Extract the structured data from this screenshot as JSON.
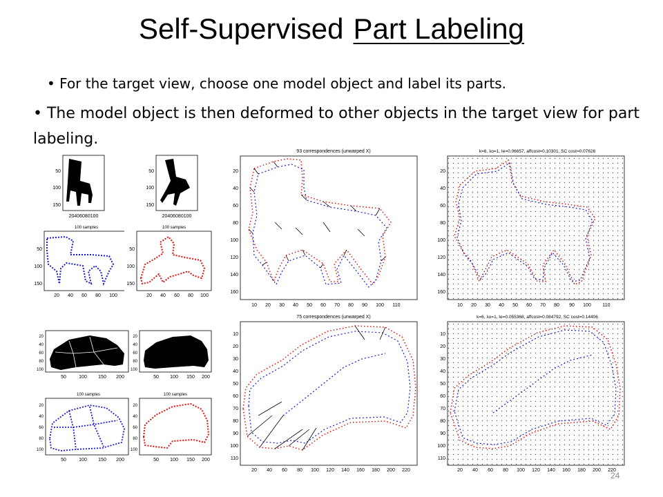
{
  "slide": {
    "title_part1": "Self-Supervised",
    "title_part2": "Part Labeling",
    "bullet1": "• For the target view, choose one model object and label its parts.",
    "bullet2": "• The model object is then deformed to other objects in the target view for part labeling.",
    "page_number": "24"
  },
  "panels": {
    "chair_shape": {
      "yticks": [
        "50",
        "100",
        "150"
      ],
      "xticks": "20406080100"
    },
    "chair_shape2": {
      "yticks": [
        "50",
        "100",
        "150"
      ],
      "xticks": "20406080100"
    },
    "chair_samples": {
      "title": "100 samples",
      "yticks": [
        "50",
        "100",
        "150"
      ],
      "xticks": [
        "20",
        "40",
        "60",
        "80",
        "100"
      ]
    },
    "chair_samples2": {
      "title": "100 samples",
      "yticks": [
        "50",
        "100",
        "150"
      ],
      "xticks": [
        "20",
        "40",
        "60",
        "80",
        "100"
      ]
    },
    "chair_corr": {
      "title": "93 correspondences (unwarped X)",
      "yticks": [
        "20",
        "40",
        "60",
        "80",
        "100",
        "120",
        "140",
        "160"
      ],
      "xticks": [
        "10",
        "20",
        "30",
        "40",
        "50",
        "60",
        "70",
        "80",
        "90",
        "100",
        "110"
      ]
    },
    "chair_warp": {
      "title": "k=6, λo=1, Ie=0.06657, affcost=0.10301, SC cost=0.07626",
      "yticks": [
        "20",
        "40",
        "60",
        "80",
        "100",
        "120",
        "140",
        "160"
      ],
      "xticks": [
        "10",
        "20",
        "30",
        "40",
        "50",
        "60",
        "70",
        "80",
        "90",
        "100",
        "110"
      ]
    },
    "car_shape": {
      "yticks": [
        "20",
        "40",
        "60",
        "80",
        "100"
      ],
      "xticks": [
        "50",
        "100",
        "150",
        "200"
      ]
    },
    "car_shape2": {
      "yticks": [
        "20",
        "40",
        "60",
        "80",
        "100"
      ],
      "xticks": [
        "50",
        "100",
        "150",
        "200"
      ]
    },
    "car_samples": {
      "title": "100 samples",
      "yticks": [
        "20",
        "40",
        "60",
        "80",
        "100"
      ],
      "xticks": [
        "50",
        "100",
        "150",
        "200"
      ]
    },
    "car_samples2": {
      "title": "100 samples",
      "yticks": [
        "20",
        "40",
        "60",
        "80",
        "100"
      ],
      "xticks": [
        "50",
        "100",
        "150",
        "200"
      ]
    },
    "car_corr": {
      "title": "75 correspondences (unwarped X)",
      "yticks": [
        "10",
        "20",
        "30",
        "40",
        "50",
        "60",
        "70",
        "80",
        "90",
        "100",
        "110"
      ],
      "xticks": [
        "20",
        "40",
        "60",
        "80",
        "100",
        "120",
        "140",
        "160",
        "180",
        "200",
        "220"
      ]
    },
    "car_warp": {
      "title": "k=6, λo=1, Ie=0.055368, affcost=0.084792, SC cost=0.14406",
      "yticks": [
        "10",
        "20",
        "30",
        "40",
        "50",
        "60",
        "70",
        "80",
        "90",
        "100",
        "110"
      ],
      "xticks": [
        "20",
        "40",
        "60",
        "80",
        "100",
        "120",
        "140",
        "160",
        "180",
        "200",
        "220"
      ]
    }
  }
}
